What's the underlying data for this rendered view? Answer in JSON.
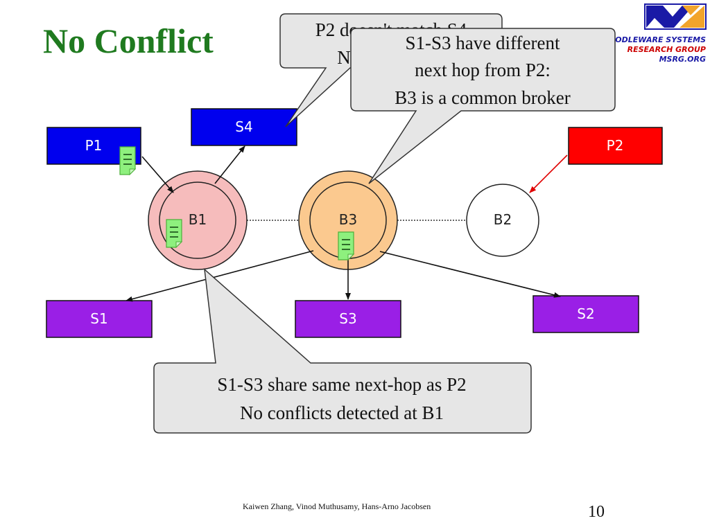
{
  "slide": {
    "title": "No Conflict",
    "footer": "Kaiwen Zhang, Vinod Muthusamy, Hans-Arno Jacobsen",
    "page_number": "10"
  },
  "logo": {
    "line1": "ODLEWARE SYSTEMS",
    "line2": "RESEARCH GROUP",
    "line3": "MSRG.ORG",
    "color_blue": "#1a1aa6",
    "color_red": "#cc0000"
  },
  "nodes": {
    "p1": "P1",
    "p2": "P2",
    "s1": "S1",
    "s2": "S2",
    "s3": "S3",
    "s4": "S4",
    "b1": "B1",
    "b2": "B2",
    "b3": "B3"
  },
  "callouts": {
    "back": [
      "P2 doesn't match S4",
      "N"
    ],
    "top": [
      "S1-S3 have different",
      "next hop from P2:",
      "B3 is a common broker"
    ],
    "bottom": [
      "S1-S3 share same next-hop as P2",
      "No conflicts detected at B1"
    ]
  },
  "colors": {
    "publisher": "#0000ee",
    "publisher_alert": "#ff0000",
    "subscriber": "#9a1fe6",
    "broker_b1": "#f6bcbc",
    "broker_b3": "#fbc98f",
    "callout_fill": "#e6e6e6",
    "title": "#1f7a1f",
    "doc_icon": "#8ef07e"
  },
  "icons": [
    "document-icon"
  ]
}
